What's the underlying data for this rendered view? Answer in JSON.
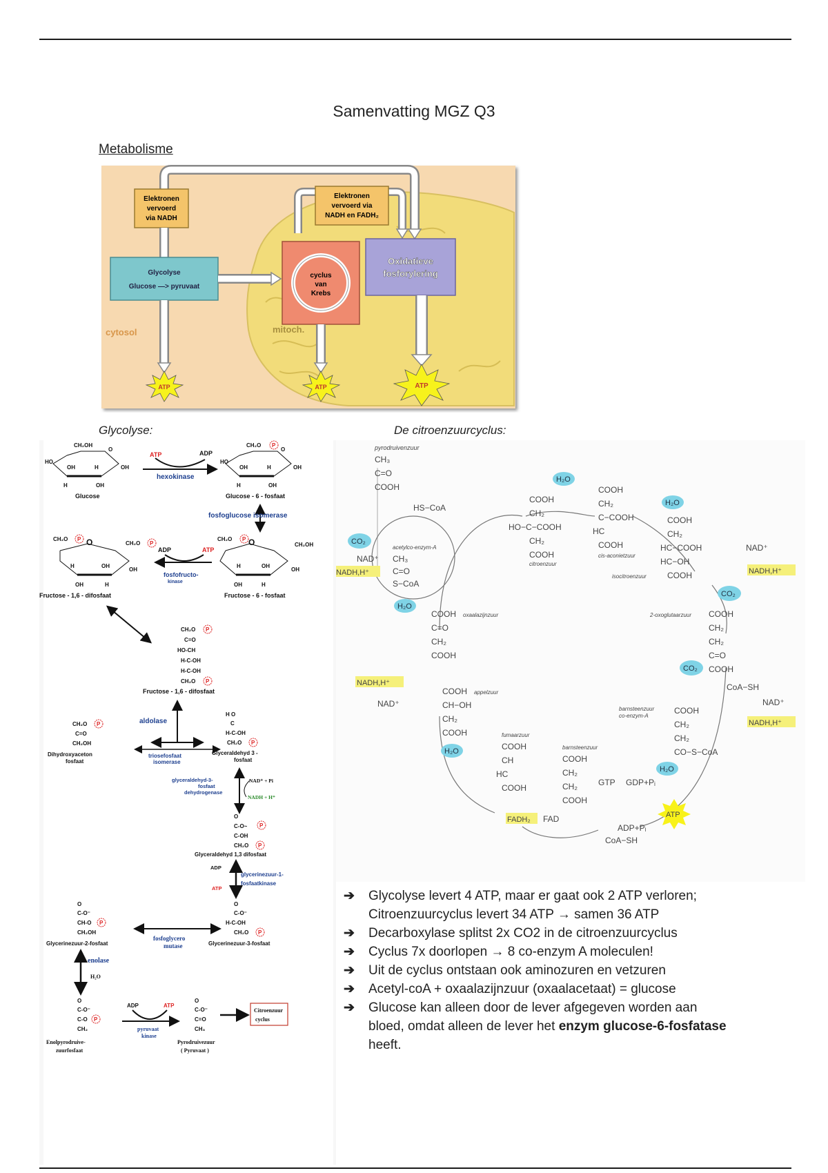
{
  "page": {
    "title": "Samenvatting MGZ Q3",
    "section_metabolisme": "Metabolisme",
    "section_glycolyse": "Glycolyse:",
    "section_citroenzuurcyclus": "De citroenzuurcyclus:"
  },
  "metabolism_diagram": {
    "box_nadh": [
      "Elektronen",
      "vervoerd",
      "via NADH"
    ],
    "box_nadh_fadh": [
      "Elektronen",
      "vervoerd via",
      "NADH en FADH₂"
    ],
    "glycolyse": [
      "Glycolyse",
      "Glucose —> pyruvaat"
    ],
    "krebs": [
      "cyclus",
      "van",
      "Krebs"
    ],
    "oxphos": [
      "Oxidatieve",
      "fosforylering"
    ],
    "label_cytosol": "cytosol",
    "label_mitoch": "mitoch.",
    "atp": "ATP",
    "colors": {
      "background": "#f7d9b0",
      "mito": "#f2dc7a",
      "glycolyse": "#7ec7cc",
      "krebs": "#ef8a6f",
      "oxphos": "#a8a3d8",
      "box": "#f4c46a",
      "atp_star": "#f7f21c"
    }
  },
  "glycolysis": {
    "molecules": {
      "glucose": "Glucose",
      "g6p": "Glucose - 6 - fosfaat",
      "f6p": "Fructose - 6 - fosfaat",
      "f16bp_ring": "Fructose - 1,6 - difosfaat",
      "f16bp_chain": "Fructose - 1,6 - difosfaat",
      "dhap": [
        "Dihydroxyaceton",
        "fosfaat"
      ],
      "gap": [
        "Glyceraldehyd 3 -",
        "fosfaat"
      ],
      "bpg": "Glyceraldehyd 1,3 difosfaat",
      "pg3": "Glycerinezuur-3-fosfaat",
      "pg2": "Glycerinezuur-2-fosfaat",
      "pep": [
        "Enolpyrodruive-",
        "zuurfosfaat"
      ],
      "pyruvate": [
        "Pyrodruivezuur",
        "( Pyruvaat )"
      ]
    },
    "enzymes": {
      "hexokinase": "hexokinase",
      "pgi": "fosfoglucose isomerase",
      "pfk": [
        "fosfofructo-",
        "kinase"
      ],
      "aldolase": "aldolase",
      "tpi": [
        "triosefosfaat",
        "isomerase"
      ],
      "gapdh": [
        "glyceraldehyd-3-",
        "fosfaat",
        "dehydrogenase"
      ],
      "pgk": [
        "glycerinezuur-1-",
        "fosfaatkinase"
      ],
      "pgm": [
        "fosfoglycero",
        "mutase"
      ],
      "enolase": "enolase",
      "pk": [
        "pyruvaat",
        "kinase"
      ]
    },
    "cofactors": {
      "atp": "ATP",
      "adp": "ADP",
      "nad": "NAD⁺ + Pi",
      "nadh": "NADH + H⁺",
      "h2o": "H₂O"
    },
    "target_box": [
      "Citroenzuur",
      "cyclus"
    ]
  },
  "krebs_cycle": {
    "pyruvate_label": "pyrodruivenzuur",
    "pyruvate": [
      "CH₃",
      "C=O",
      "COOH"
    ],
    "hs_coa": "HS−CoA",
    "acetyl_label": "acetylco-enzym-A",
    "acetyl": [
      "CH₃",
      "C=O",
      "S−CoA"
    ],
    "citrate": [
      "COOH",
      "CH₂",
      "HO−C−COOH",
      "CH₂",
      "COOH"
    ],
    "citrate_label": "citroenzuur",
    "cis_aconitate": [
      "COOH",
      "CH₂",
      "C−COOH",
      "HC",
      "COOH"
    ],
    "cis_aconitate_label": "cis-aconietzuur",
    "isocitrate": [
      "COOH",
      "CH₂",
      "HC−COOH",
      "HC−OH",
      "COOH"
    ],
    "isocitrate_label": "isocitroenzuur",
    "ketoglutarate_label": "2-oxoglutaarzuur",
    "ketoglutarate": [
      "COOH",
      "CH₂",
      "CH₂",
      "C=O",
      "COOH"
    ],
    "succinyl_label": [
      "barnsteenzuur",
      "co-enzym-A"
    ],
    "succinyl": [
      "COOH",
      "CH₂",
      "CH₂",
      "CO−S−CoA"
    ],
    "succinate_label": "barnsteenzuur",
    "succinate": [
      "COOH",
      "CH₂",
      "CH₂",
      "COOH"
    ],
    "fumarate_label": "fumaarzuur",
    "fumarate": [
      "COOH",
      "CH",
      "HC",
      "COOH"
    ],
    "malate_label": "appelzuur",
    "malate": [
      "COOH",
      "CH−OH",
      "CH₂",
      "COOH"
    ],
    "oxaloacetate_label": "oxaalazijnzuur",
    "oxaloacetate": [
      "COOH",
      "C=O",
      "CH₂",
      "COOH"
    ],
    "co2": "CO₂",
    "h2o": "H₂O",
    "nad": "NAD⁺",
    "nadh": "NADH,H⁺",
    "fadh2": "FADH₂",
    "fad": "FAD",
    "gtp": "GTP",
    "gdp": "GDP+Pᵢ",
    "adp": "ADP+Pᵢ",
    "atp": "ATP",
    "coa_sh": "CoA−SH",
    "colors": {
      "co2_h2o": "#7fd3e6",
      "nadh": "#f5f07a",
      "atp": "#f8f21a"
    }
  },
  "notes": [
    {
      "text": "Glycolyse levert 4 ATP, maar er gaat ook 2 ATP verloren; Citroenzuurcyclus levert 34 ATP → samen 36 ATP"
    },
    {
      "text": "Decarboxylase splitst 2x CO2 in de citroenzuurcyclus"
    },
    {
      "text": "Cyclus 7x doorlopen → 8 co-enzym A moleculen!"
    },
    {
      "text": "Uit de cyclus ontstaan ook aminozuren en vetzuren"
    },
    {
      "text": "Acetyl-coA + oxaalazijnzuur (oxaalacetaat) = glucose"
    },
    {
      "text_before": "Glucose kan alleen door de lever afgegeven worden aan bloed, omdat alleen de lever het ",
      "bold": "enzym glucose-6-fosfatase",
      "text_after": " heeft."
    }
  ],
  "bullet_glyph": "➔"
}
